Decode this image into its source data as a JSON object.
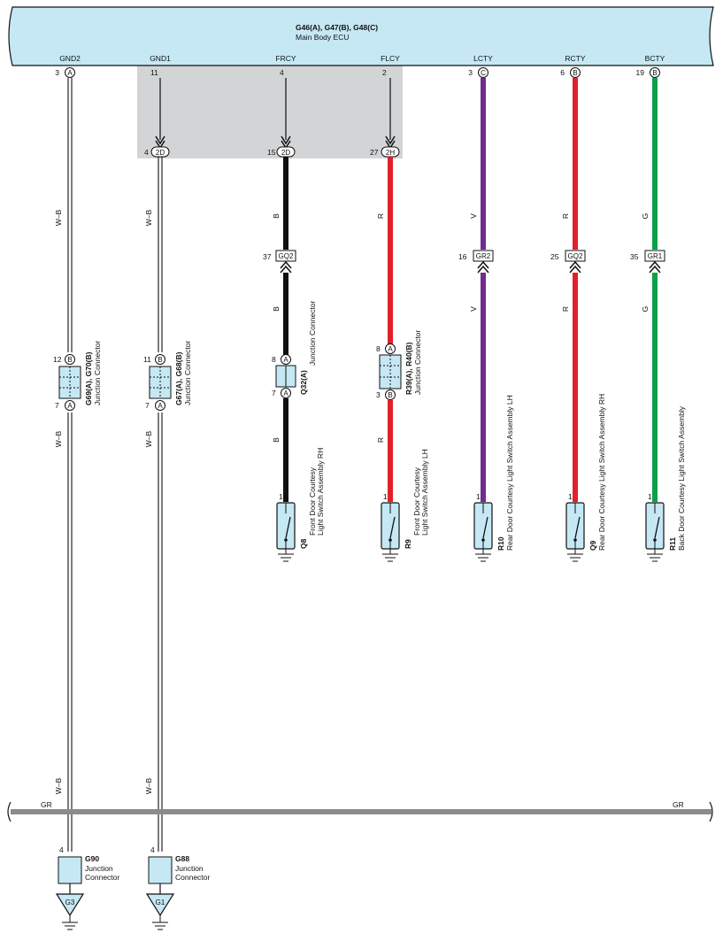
{
  "ecu": {
    "title": "G46(A), G47(B), G48(C)",
    "subtitle": "Main Body ECU",
    "pins": [
      {
        "label": "GND2",
        "num": "3",
        "circle": "A"
      },
      {
        "label": "GND1",
        "num": "11",
        "circle": ""
      },
      {
        "label": "FRCY",
        "num": "4",
        "circle": ""
      },
      {
        "label": "FLCY",
        "num": "2",
        "circle": ""
      },
      {
        "label": "LCTY",
        "num": "3",
        "circle": "C"
      },
      {
        "label": "RCTY",
        "num": "6",
        "circle": "B"
      },
      {
        "label": "BCTY",
        "num": "19",
        "circle": "B"
      }
    ]
  },
  "inline_connectors": [
    {
      "pin": "4",
      "id": "2D"
    },
    {
      "pin": "15",
      "id": "2D"
    },
    {
      "pin": "27",
      "id": "2H"
    }
  ],
  "wire_colors": {
    "W-B": "W–B",
    "B": "B",
    "R": "R",
    "V": "V",
    "G": "G",
    "GR": "GR"
  },
  "colors": {
    "ecu_fill": "#c5e8f4",
    "shade": "#d3d4d6",
    "black": "#111111",
    "red": "#e2202b",
    "violet": "#6f2c91",
    "green": "#0aa14b",
    "gray": "#8c8c8c",
    "part_fill": "#c5e8f4"
  },
  "connectors_q": [
    {
      "pin": "37",
      "id": "GQ2"
    },
    {
      "pin": "16",
      "id": "GR2"
    },
    {
      "pin": "25",
      "id": "GQ2"
    },
    {
      "pin": "35",
      "id": "GR1"
    }
  ],
  "junctions": {
    "j1": {
      "name": "G69(A), G70(B)",
      "desc": "Junction Connector",
      "top_pin": "12",
      "top_c": "B",
      "bot_pin": "7",
      "bot_c": "A"
    },
    "j2": {
      "name": "G67(A), G68(B)",
      "desc": "Junction Connector",
      "top_pin": "11",
      "top_c": "B",
      "bot_pin": "7",
      "bot_c": "A"
    },
    "j3": {
      "name": "Q32(A)",
      "desc": "Junction Connector",
      "top_pin": "8",
      "top_c": "A",
      "bot_pin": "7",
      "bot_c": "A"
    },
    "j4": {
      "name": "R39(A), R40(B)",
      "desc": "Junction Connector",
      "top_pin": "8",
      "top_c": "A",
      "bot_pin": "3",
      "bot_c": "B"
    }
  },
  "switches": [
    {
      "code": "Q8",
      "line1": "Front Door Courtesy",
      "line2": "Light Switch Assembly RH",
      "pin": "1"
    },
    {
      "code": "R9",
      "line1": "Front Door Courtesy",
      "line2": "Light Switch Assembly LH",
      "pin": "1"
    },
    {
      "code": "R10",
      "line1": "Rear Door Courtesy Light Switch Assembly LH",
      "line2": "",
      "pin": "1"
    },
    {
      "code": "Q9",
      "line1": "Rear Door Courtesy Light Switch Assembly RH",
      "line2": "",
      "pin": "1"
    },
    {
      "code": "R11",
      "line1": "Back Door Courtesy Light Switch Assembly",
      "line2": "",
      "pin": "1"
    }
  ],
  "bottom": {
    "j1": {
      "code": "G90",
      "line1": "Junction",
      "line2": "Connector",
      "pin": "4"
    },
    "j2": {
      "code": "G88",
      "line1": "Junction",
      "line2": "Connector",
      "pin": "4"
    },
    "g1": "G3",
    "g2": "G1"
  }
}
